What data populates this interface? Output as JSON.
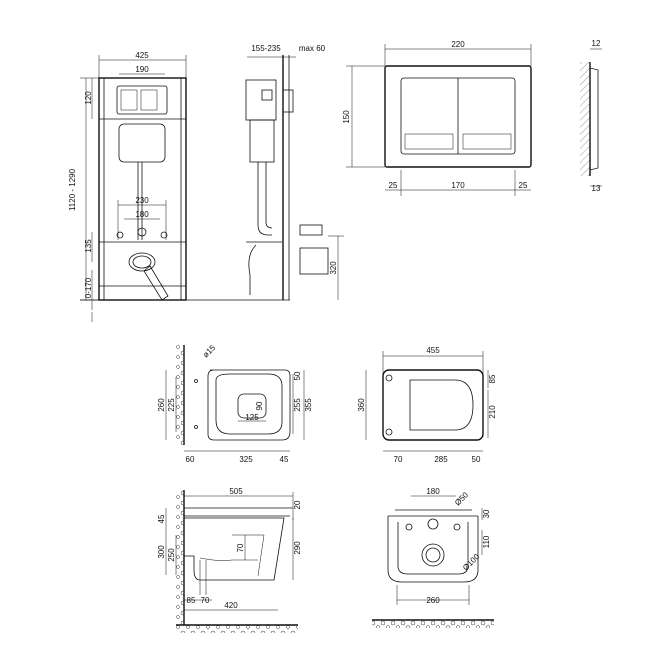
{
  "views": {
    "frame_front": {
      "width_overall": "425",
      "width_inner": "190",
      "height_top": "120",
      "height_range": "1120 - 1290",
      "spacing_outer": "230",
      "spacing_inner": "180",
      "height_135": "135",
      "height_0_170": "0-170"
    },
    "frame_side": {
      "depth_range": "155-235",
      "depth_max": "max 60",
      "height_320": "320"
    },
    "button_front": {
      "width": "220",
      "height": "150",
      "margin_left": "25",
      "button_width": "170",
      "margin_right": "25"
    },
    "button_side": {
      "depth_top": "12",
      "depth_bottom": "13"
    },
    "bowl_top": {
      "hole_diameter": "ø15",
      "width_260": "260",
      "width_225": "225",
      "depth_125": "125",
      "depth_90": "90",
      "width_255": "255",
      "width_355": "355",
      "width_50": "50",
      "len_60": "60",
      "len_325": "325",
      "len_45": "45"
    },
    "seat_top": {
      "length": "455",
      "width": "360",
      "dim_85": "85",
      "dim_210": "210",
      "dim_70": "70",
      "dim_285": "285",
      "dim_50": "50"
    },
    "bowl_side": {
      "length": "505",
      "dim_20": "20",
      "dim_45": "45",
      "dim_300": "300",
      "dim_250": "250",
      "dim_70": "70",
      "dim_290": "290",
      "dim_85": "85",
      "dim_70b": "70",
      "dim_420": "420"
    },
    "bowl_back": {
      "dim_180": "180",
      "diameter_50": "Ø50",
      "dim_30": "30",
      "dim_110": "110",
      "diameter_100": "Ø100",
      "dim_260": "260"
    }
  }
}
